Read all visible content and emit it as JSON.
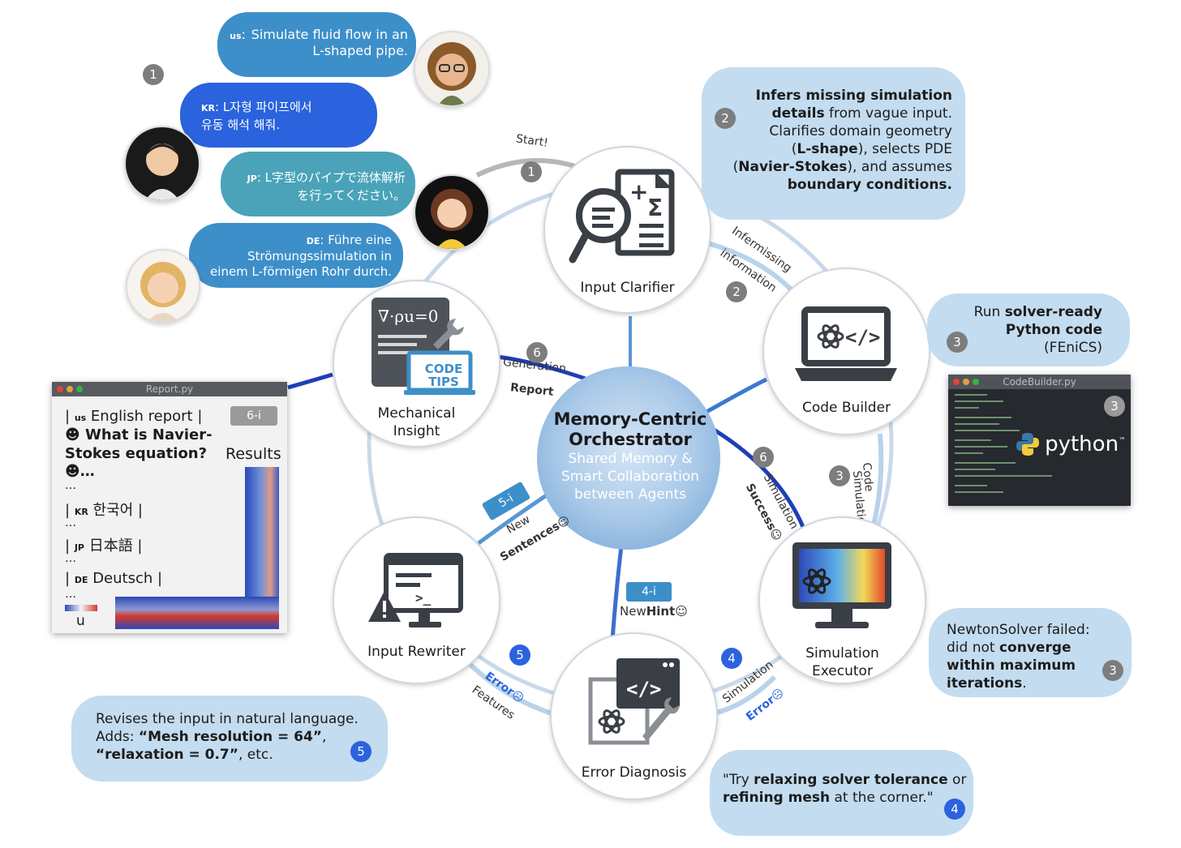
{
  "colors": {
    "accent": "#3d8fc9",
    "dark_blue": "#2a63dd",
    "teal": "#4aa3b8",
    "light_bubble": "#c3dcef",
    "gray_badge": "#7d7d7d"
  },
  "user_prompts": {
    "badge": "1",
    "us": {
      "code": "us",
      "text": "Simulate fluid flow in an L-shaped pipe."
    },
    "kr": {
      "code": "KR",
      "line1": "L자형 파이프에서",
      "line2": "유동 해석 해줘."
    },
    "jp": {
      "code": "JP",
      "line1": "L字型のパイプで流体解析",
      "line2": "を行ってください。"
    },
    "de": {
      "code": "DE",
      "line1": "Führe eine",
      "line2": "Strömungssimulation in",
      "line3": "einem L-förmigen Rohr durch."
    }
  },
  "center": {
    "title1": "Memory-Centric",
    "title2": "Orchestrator",
    "sub1": "Shared  Memory &",
    "sub2": "Smart Collaboration",
    "sub3": "between Agents"
  },
  "agents": {
    "input_clarifier": "Input Clarifier",
    "code_builder": "Code Builder",
    "simulation_executor_1": "Simulation",
    "simulation_executor_2": "Executor",
    "error_diagnosis": "Error Diagnosis",
    "input_rewriter": "Input Rewriter",
    "mechanical_insight_1": "Mechanical",
    "mechanical_insight_2": "Insight",
    "code_tips_1": "CODE",
    "code_tips_2": "TIPS",
    "equation": "∇·ρu=0"
  },
  "edges": {
    "start": "Start!",
    "start_badge": "1",
    "infer_1": "Infermissing",
    "infer_2": "information",
    "infer_badge": "2",
    "sim_code_1": "Simulation",
    "sim_code_2": "Code",
    "sim_code_badge": "3",
    "sim_success_1": "Simulation",
    "sim_success_2": "Success☺",
    "sim_success_badge": "6",
    "sim_error_1": "Simulation",
    "sim_error_2": "Error☹",
    "sim_error_badge": "4",
    "error_features_1": "Error☹",
    "error_features_2": "Features",
    "error_features_badge": "5",
    "new_hint_tag": "4-i",
    "new_hint_1": "New",
    "new_hint_2": "Hint",
    "new_hint_smile": "☺",
    "new_sentences_tag": "5-i",
    "new_sentences_1": "New",
    "new_sentences_2": "Sentences",
    "new_sentences_smile": "☺",
    "report_1": "Generation",
    "report_2": "Report",
    "report_badge": "6"
  },
  "callouts": {
    "clarifier": {
      "badge": "2",
      "b1": "Infers missing simulation",
      "b2": "details",
      "t2": " from vague input.",
      "t3": "Clarifies domain geometry",
      "p4": "(",
      "b4": "L-shape",
      "t4": "), selects PDE",
      "p5": "(",
      "b5": "Navier-Stokes",
      "t5": "), and assumes",
      "b6": "boundary conditions."
    },
    "builder": {
      "badge": "3",
      "t1": "Run ",
      "b1": "solver-ready",
      "b2": "Python code",
      "t3": "(FEniCS)"
    },
    "executor": {
      "badge": "3",
      "t1": "NewtonSolver failed:",
      "t2": "did not ",
      "b2": "converge",
      "b3": "within maximum",
      "b4": "iterations",
      "t4": "."
    },
    "diagnosis": {
      "badge": "4",
      "q1": "\"Try ",
      "b1": "relaxing solver tolerance",
      "t1": " or",
      "b2": "refining mesh",
      "t2": " at the corner.\""
    },
    "rewriter": {
      "badge": "5",
      "t1": "Revises the input in natural language.",
      "t2": "Adds: ",
      "b2": "“Mesh resolution = 64”",
      ",": ",",
      "b3": "“relaxation = 0.7”",
      "t3": ", etc."
    }
  },
  "report_window": {
    "title": "Report.py",
    "tag": "6-i",
    "results": "Results",
    "us": "us",
    "us_text": " English report |",
    "bar": "|",
    "q1": "What is Navier-",
    "q2": "Stokes equation?",
    "dots": "…",
    "kr": "KR",
    "kr_text": " 한국어 |",
    "jp": "JP",
    "jp_text": " 日本語 |",
    "de": "DE",
    "de_text": " Deutsch |",
    "legend": "u"
  },
  "code_window": {
    "title": "CodeBuilder.py",
    "badge": "3",
    "python": "python",
    "tm": "™"
  }
}
